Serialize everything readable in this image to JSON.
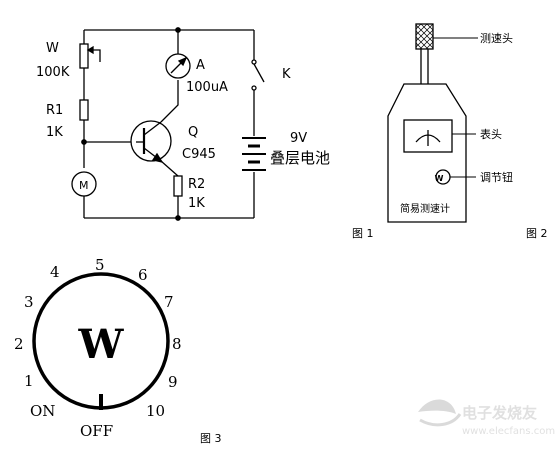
{
  "circuit": {
    "pot_name": "W",
    "pot_value": "100K",
    "resistor1_name": "R1",
    "resistor1_value": "1K",
    "meter_name": "A",
    "meter_value": "100uA",
    "transistor_name": "Q",
    "transistor_model": "C945",
    "resistor2_name": "R2",
    "resistor2_value": "1K",
    "switch_name": "K",
    "battery_voltage": "9V",
    "battery_name": "叠层电池",
    "motor_label": "M"
  },
  "meter_device": {
    "probe_label": "测速头",
    "gauge_label": "表头",
    "knob_label": "调节钮",
    "knob_symbol": "W",
    "body_label": "简易测速计"
  },
  "figure_labels": {
    "fig1": "图 1",
    "fig2": "图 2",
    "fig3": "图 3"
  },
  "dial": {
    "center_label": "W",
    "positions": [
      "1",
      "2",
      "3",
      "4",
      "5",
      "6",
      "7",
      "8",
      "9",
      "10"
    ],
    "on_label": "ON",
    "off_label": "OFF"
  },
  "watermark": {
    "text": "电子发烧友",
    "url": "www.elecfans.com"
  }
}
